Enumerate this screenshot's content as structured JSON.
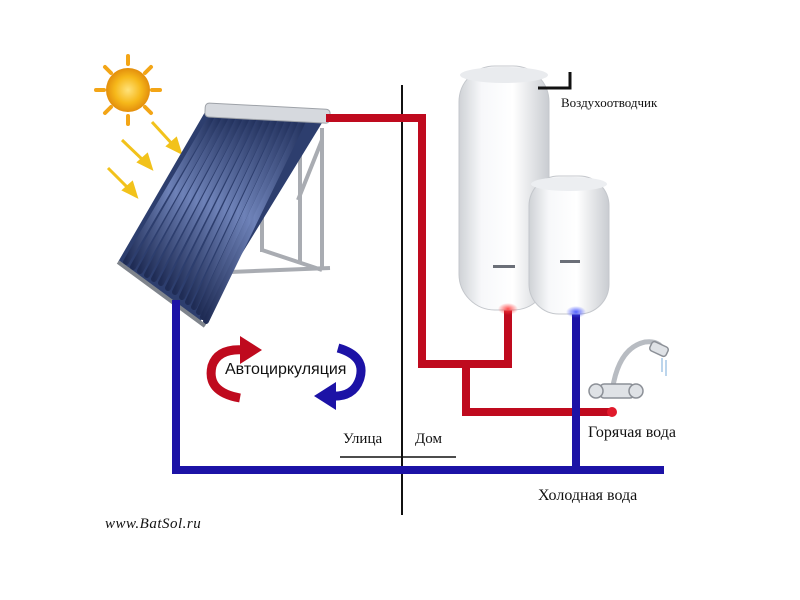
{
  "labels": {
    "air_vent": "Воздухоотводчик",
    "autocirculation": "Автоциркуляция",
    "street": "Улица",
    "home": "Дом",
    "hot_water": "Горячая вода",
    "cold_water": "Холодная вода",
    "website": "www.BatSol.ru"
  },
  "colors": {
    "hot_pipe": "#bf0a1e",
    "cold_pipe": "#1c12a6",
    "divider": "#111111",
    "sun": "#f6b81a",
    "sun_rays_arrows": "#f2c21b",
    "collector_tubes": "#3a4f86",
    "tank": "#f1f2f4"
  },
  "icons": {
    "sun": "sun-icon",
    "collector": "solar-collector-icon",
    "large_tank": "water-heater-tank-icon",
    "small_tank": "boiler-tank-icon",
    "faucet": "faucet-icon",
    "circulation": "circulation-arrows-icon"
  }
}
